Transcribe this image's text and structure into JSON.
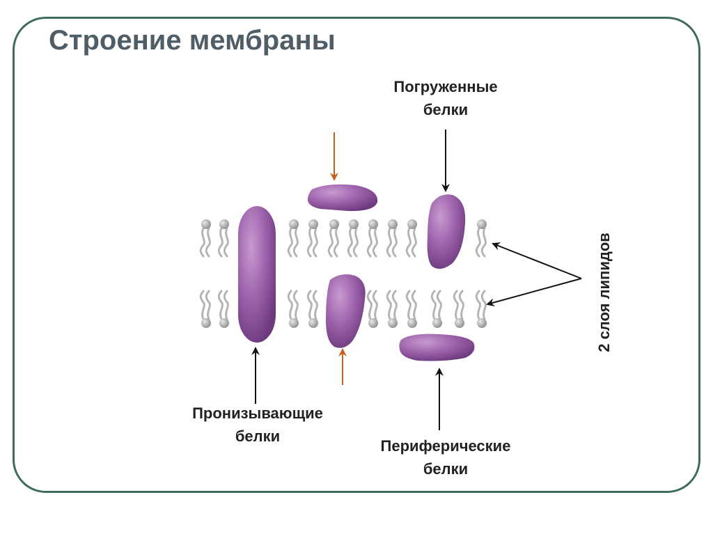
{
  "title": "Строение мембраны",
  "labels": {
    "immersed": [
      "Погруженные",
      "белки"
    ],
    "piercing": [
      "Пронизывающие",
      "белки"
    ],
    "peripheral": [
      "Периферические",
      "белки"
    ],
    "layers": "2 слоя липидов"
  },
  "colors": {
    "frame": "#3d6b5e",
    "title": "#4f5d66",
    "protein": "#9b5fa8",
    "arrow_black": "#111111",
    "arrow_orange": "#c8601a",
    "lipid": "#b5b5b5"
  }
}
